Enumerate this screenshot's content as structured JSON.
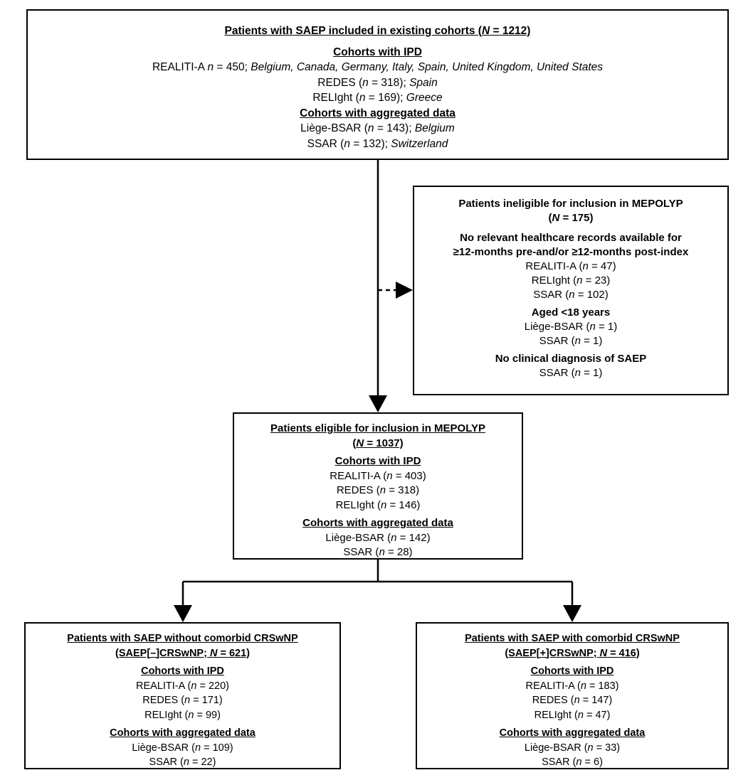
{
  "diagram": {
    "title": "Patient disposition flow diagram for MEPOLYP",
    "line_color": "#000000",
    "box_border_color": "#000000",
    "background_color": "#ffffff"
  },
  "boxes": {
    "existing_cohorts": {
      "header": "Patients with SAEP included in existing cohorts (N = 1212)",
      "header_parts": {
        "pre": "Patients with SAEP included in existing cohorts (",
        "italic": "N",
        "post": " = 1212)"
      },
      "section_ipd": "Cohorts with IPD",
      "ipd_rows": [
        {
          "pre": "REALITI-A ",
          "italic": "n",
          "mid": " = 450; ",
          "countries": "Belgium, Canada, Germany, Italy, Spain, United Kingdom, United States"
        },
        {
          "pre": "REDES (",
          "italic": "n",
          "mid": " = 318); ",
          "countries": "Spain"
        },
        {
          "pre": "RELIght (",
          "italic": "n",
          "mid": " = 169); ",
          "countries": "Greece"
        }
      ],
      "section_aggregated": "Cohorts with aggregated data",
      "aggregated_rows": [
        {
          "pre": "Liège-BSAR (",
          "italic": "n",
          "mid": " = 143); ",
          "countries": "Belgium"
        },
        {
          "pre": "SSAR (",
          "italic": "n",
          "mid": " = 132); ",
          "countries": "Switzerland"
        }
      ]
    },
    "ineligible": {
      "header_line1": "Patients ineligible for inclusion in MEPOLYP",
      "header_line2_pre": "(",
      "header_line2_italic": "N",
      "header_line2_post": " = 175)",
      "reason1_line1": "No relevant healthcare records available for",
      "reason1_line2": "≥12-months pre-and/or ≥12-months post-index",
      "reason1_rows": [
        {
          "pre": "REALITI-A (",
          "italic": "n",
          "post": " = 47)"
        },
        {
          "pre": "RELIght (",
          "italic": "n",
          "post": " = 23)"
        },
        {
          "pre": "SSAR (",
          "italic": "n",
          "post": " = 102)"
        }
      ],
      "reason2_header": "Aged <18 years",
      "reason2_rows": [
        {
          "pre": "Liège-BSAR (",
          "italic": "n",
          "post": " = 1)"
        },
        {
          "pre": "SSAR (",
          "italic": "n",
          "post": " = 1)"
        }
      ],
      "reason3_header": "No clinical diagnosis of SAEP",
      "reason3_rows": [
        {
          "pre": "SSAR (",
          "italic": "n",
          "post": " = 1)"
        }
      ]
    },
    "eligible": {
      "header_line1": "Patients eligible for inclusion in MEPOLYP",
      "header_line2_pre": "(",
      "header_line2_italic": "N",
      "header_line2_post": " = 1037)",
      "section_ipd": "Cohorts with IPD",
      "ipd_rows": [
        {
          "pre": "REALITI-A (",
          "italic": "n",
          "post": " = 403)"
        },
        {
          "pre": "REDES (",
          "italic": "n",
          "post": " = 318)"
        },
        {
          "pre": "RELIght (",
          "italic": "n",
          "post": " = 146)"
        }
      ],
      "section_aggregated": "Cohorts with aggregated data",
      "aggregated_rows": [
        {
          "pre": "Liège-BSAR (",
          "italic": "n",
          "post": " = 142)"
        },
        {
          "pre": "SSAR (",
          "italic": "n",
          "post": " = 28)"
        }
      ]
    },
    "without_crswnp": {
      "header_line1": "Patients with SAEP without comorbid CRSwNP",
      "header_line2_pre": "(SAEP[–]CRSwNP; ",
      "header_line2_italic": "N",
      "header_line2_post": " = 621)",
      "section_ipd": "Cohorts with IPD",
      "ipd_rows": [
        {
          "pre": "REALITI-A (",
          "italic": "n",
          "post": " = 220)"
        },
        {
          "pre": "REDES (",
          "italic": "n",
          "post": " = 171)"
        },
        {
          "pre": "RELIght (",
          "italic": "n",
          "post": " = 99)"
        }
      ],
      "section_aggregated": "Cohorts with aggregated data",
      "aggregated_rows": [
        {
          "pre": "Liège-BSAR (",
          "italic": "n",
          "post": " = 109)"
        },
        {
          "pre": "SSAR (",
          "italic": "n",
          "post": " = 22)"
        }
      ]
    },
    "with_crswnp": {
      "header_line1": "Patients with SAEP with comorbid CRSwNP",
      "header_line2_pre": "(SAEP[+]CRSwNP; ",
      "header_line2_italic": "N",
      "header_line2_post": " = 416)",
      "section_ipd": "Cohorts with IPD",
      "ipd_rows": [
        {
          "pre": "REALITI-A (",
          "italic": "n",
          "post": " = 183)"
        },
        {
          "pre": "REDES (",
          "italic": "n",
          "post": " = 147)"
        },
        {
          "pre": "RELIght (",
          "italic": "n",
          "post": " = 47)"
        }
      ],
      "section_aggregated": "Cohorts with aggregated data",
      "aggregated_rows": [
        {
          "pre": "Liège-BSAR (",
          "italic": "n",
          "post": " = 33)"
        },
        {
          "pre": "SSAR (",
          "italic": "n",
          "post": " = 6)"
        }
      ]
    }
  },
  "connectors": [
    {
      "name": "existing-to-eligible",
      "style": "solid",
      "arrow": "down"
    },
    {
      "name": "eligible-to-ineligible",
      "style": "dashed",
      "arrow": "right"
    },
    {
      "name": "eligible-to-without-crswnp",
      "style": "solid",
      "arrow": "down"
    },
    {
      "name": "eligible-to-with-crswnp",
      "style": "solid",
      "arrow": "down"
    }
  ]
}
